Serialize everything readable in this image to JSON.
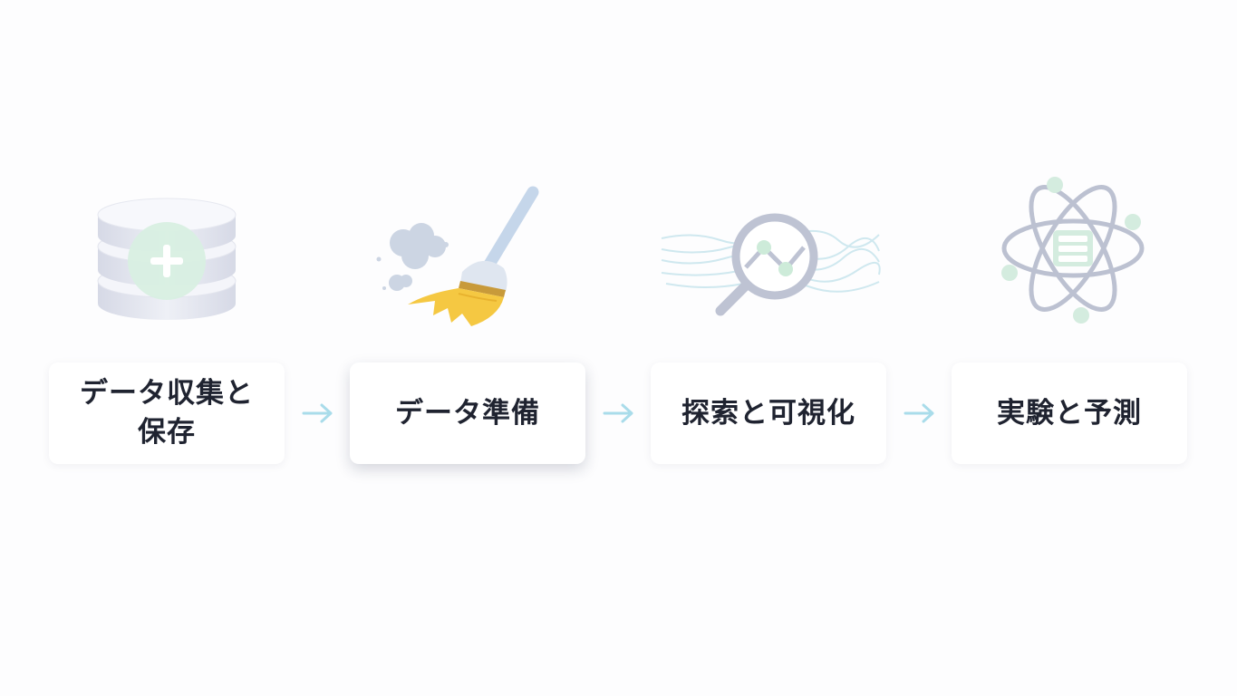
{
  "diagram": {
    "steps": [
      {
        "label": "データ収集と保存",
        "icon": "database-plus-icon",
        "active": false
      },
      {
        "label": "データ準備",
        "icon": "broom-icon",
        "active": true
      },
      {
        "label": "探索と可視化",
        "icon": "magnifier-chart-icon",
        "active": false
      },
      {
        "label": "実験と予測",
        "icon": "atom-server-icon",
        "active": false
      }
    ],
    "connector_icon": "arrow-right-icon"
  },
  "colors": {
    "card_text": "#1f2330",
    "arrow": "#a9dcea",
    "mint_accent": "#cdebd9",
    "broom_yellow": "#f5c842",
    "slate_gray": "#b9bfd0"
  }
}
